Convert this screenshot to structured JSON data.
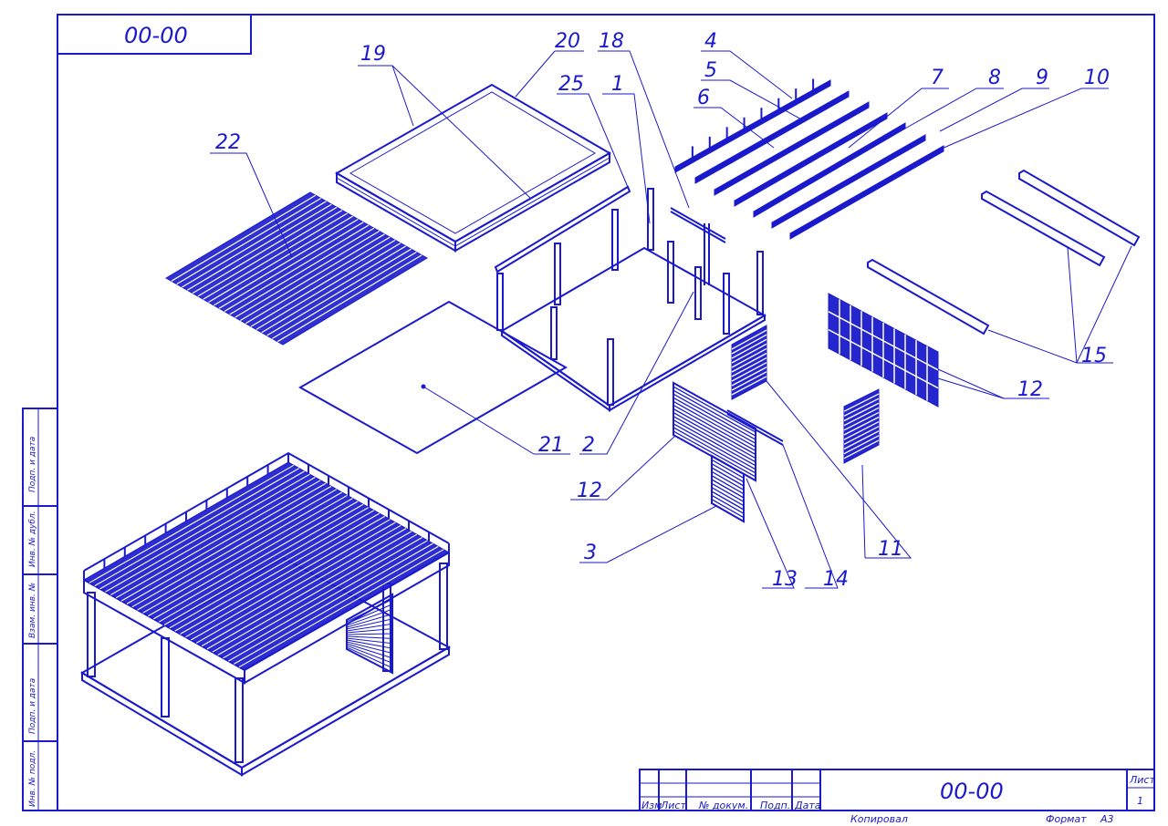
{
  "drawing": {
    "code_top": "00-00",
    "code_title": "00-00",
    "copied": "Копировал",
    "format_label": "Формат",
    "format_value": "А3",
    "sheet_label": "Лист",
    "sheet_number": "1"
  },
  "title_block": {
    "cols": [
      "Изм",
      "Лист",
      "№ докум.",
      "Подп.",
      "Дата"
    ]
  },
  "side_strip": [
    "Инв. № подл.",
    "Подп. и дата",
    "Взам. инв. №",
    "Инв. № дубл.",
    "Подп. и дата"
  ],
  "callouts": {
    "c1": "1",
    "c2": "2",
    "c3": "3",
    "c4": "4",
    "c5": "5",
    "c6": "6",
    "c7": "7",
    "c8": "8",
    "c9": "9",
    "c10": "10",
    "c11": "11",
    "c12a": "12",
    "c12b": "12",
    "c13": "13",
    "c14": "14",
    "c15": "15",
    "c18": "18",
    "c19": "19",
    "c20": "20",
    "c21": "21",
    "c22": "22",
    "c25": "25"
  },
  "colors": {
    "ink": "#1a1acc",
    "paper": "#ffffff"
  }
}
